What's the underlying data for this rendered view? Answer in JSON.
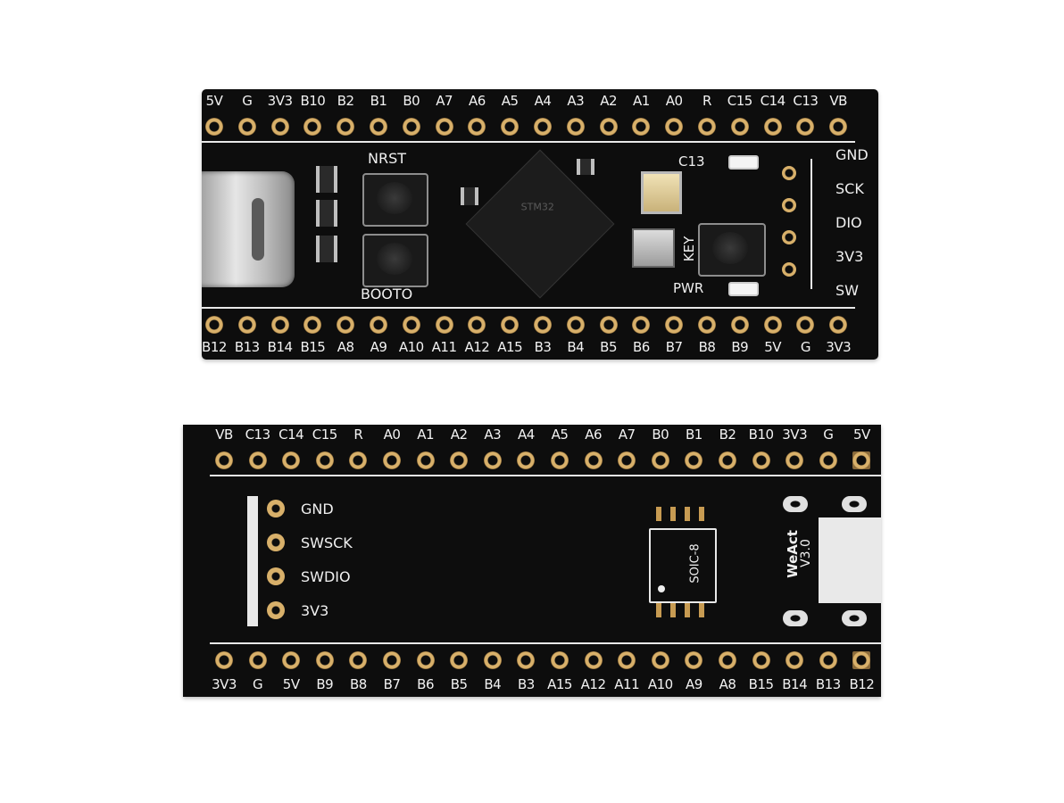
{
  "front": {
    "top_pins": [
      "5V",
      "G",
      "3V3",
      "B10",
      "B2",
      "B1",
      "B0",
      "A7",
      "A6",
      "A5",
      "A4",
      "A3",
      "A2",
      "A1",
      "A0",
      "R",
      "C15",
      "C14",
      "C13",
      "VB"
    ],
    "bottom_pins": [
      "B12",
      "B13",
      "B14",
      "B15",
      "A8",
      "A9",
      "A10",
      "A11",
      "A12",
      "A15",
      "B3",
      "B4",
      "B5",
      "B6",
      "B7",
      "B8",
      "B9",
      "5V",
      "G",
      "3V3"
    ],
    "labels": {
      "nrst": "NRST",
      "boot0": "BOOTO",
      "key": "KEY",
      "pwr": "PWR",
      "c13": "C13",
      "swd": [
        "GND",
        "SCK",
        "DIO",
        "3V3",
        "SW"
      ]
    }
  },
  "back": {
    "top_pins": [
      "VB",
      "C13",
      "C14",
      "C15",
      "R",
      "A0",
      "A1",
      "A2",
      "A3",
      "A4",
      "A5",
      "A6",
      "A7",
      "B0",
      "B1",
      "B2",
      "B10",
      "3V3",
      "G",
      "5V"
    ],
    "bottom_pins": [
      "3V3",
      "G",
      "5V",
      "B9",
      "B8",
      "B7",
      "B6",
      "B5",
      "B4",
      "B3",
      "A15",
      "A12",
      "A11",
      "A10",
      "A9",
      "A8",
      "B15",
      "B14",
      "B13",
      "B12"
    ],
    "swd_labels": [
      "GND",
      "SWSCK",
      "SWDIO",
      "3V3"
    ],
    "soic_label": "SOIC-8",
    "brand": "WeAct",
    "version": "V3.0"
  }
}
